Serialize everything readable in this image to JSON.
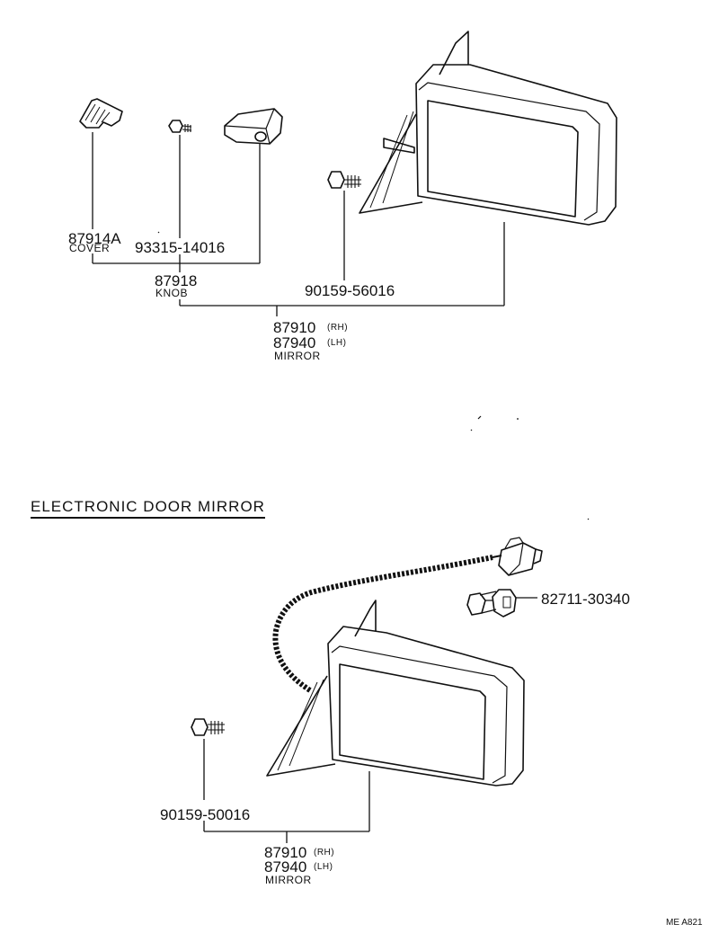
{
  "section_title": "ELECTRONIC DOOR MIRROR",
  "diagram_code": "ME A821",
  "colors": {
    "ink": "#111111",
    "paper": "#ffffff"
  },
  "upper": {
    "cover": {
      "part_no": "87914A",
      "name": "COVER"
    },
    "screw": {
      "part_no": "93315-14016"
    },
    "knob": {
      "part_no": "87918",
      "name": "KNOB"
    },
    "bolt": {
      "part_no": "90159-56016"
    },
    "mirror": {
      "part_no_rh": "87910",
      "rh": "(RH)",
      "part_no_lh": "87940",
      "lh": "(LH)",
      "name": "MIRROR"
    }
  },
  "lower": {
    "clamp": {
      "part_no": "82711-30340"
    },
    "bolt": {
      "part_no": "90159-50016"
    },
    "mirror": {
      "part_no_rh": "87910",
      "rh": "(RH)",
      "part_no_lh": "87940",
      "lh": "(LH)",
      "name": "MIRROR"
    }
  }
}
